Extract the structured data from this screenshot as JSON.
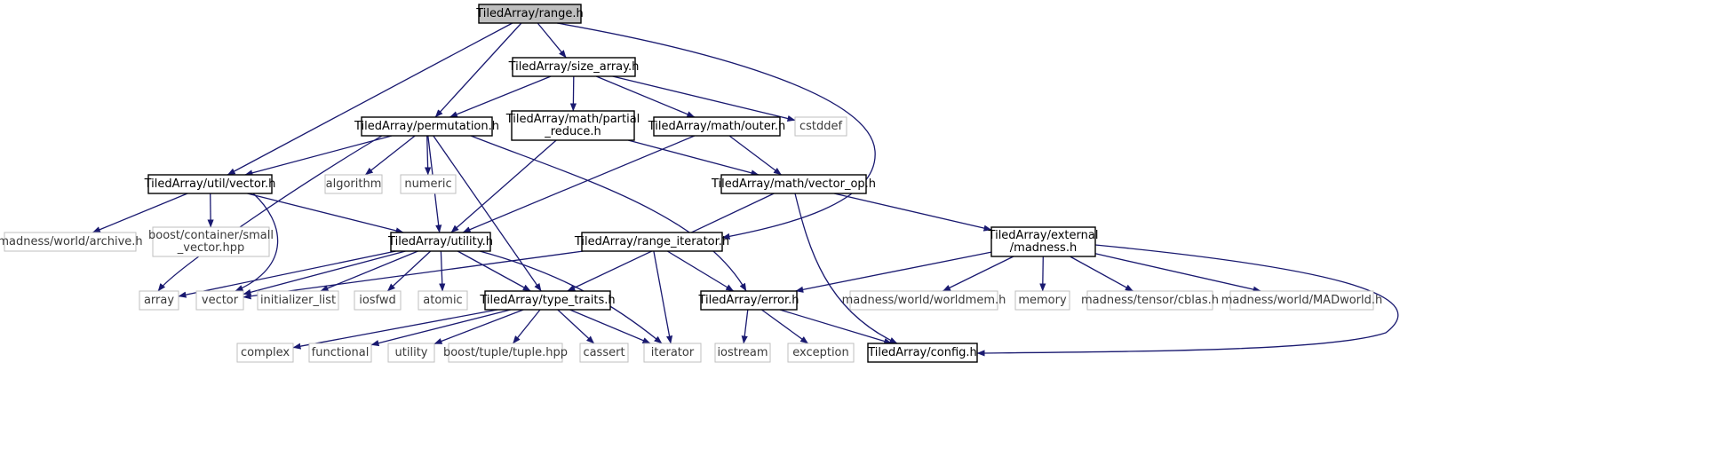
{
  "graph": {
    "type": "include-dependency-graph",
    "edge_color": "#191970",
    "root_fill": "#bfbfbf",
    "system_header_border": "#bfbfbf",
    "nodes": [
      {
        "id": "range",
        "label": [
          "TiledArray/range.h"
        ],
        "kind": "root"
      },
      {
        "id": "size_array",
        "label": [
          "TiledArray/size_array.h"
        ],
        "kind": "local"
      },
      {
        "id": "permutation",
        "label": [
          "TiledArray/permutation.h"
        ],
        "kind": "local"
      },
      {
        "id": "partial_reduce",
        "label": [
          "TiledArray/math/partial",
          "_reduce.h"
        ],
        "kind": "local"
      },
      {
        "id": "outer",
        "label": [
          "TiledArray/math/outer.h"
        ],
        "kind": "local"
      },
      {
        "id": "cstddef",
        "label": [
          "cstddef"
        ],
        "kind": "system"
      },
      {
        "id": "vector_h",
        "label": [
          "TiledArray/util/vector.h"
        ],
        "kind": "local"
      },
      {
        "id": "algorithm",
        "label": [
          "algorithm"
        ],
        "kind": "system"
      },
      {
        "id": "numeric",
        "label": [
          "numeric"
        ],
        "kind": "system"
      },
      {
        "id": "vector_op",
        "label": [
          "TiledArray/math/vector_op.h"
        ],
        "kind": "local"
      },
      {
        "id": "archive",
        "label": [
          "madness/world/archive.h"
        ],
        "kind": "system"
      },
      {
        "id": "small_vector",
        "label": [
          "boost/container/small",
          "_vector.hpp"
        ],
        "kind": "system"
      },
      {
        "id": "utility_h",
        "label": [
          "TiledArray/utility.h"
        ],
        "kind": "local"
      },
      {
        "id": "range_iterator",
        "label": [
          "TiledArray/range_iterator.h"
        ],
        "kind": "local"
      },
      {
        "id": "madness_ext",
        "label": [
          "TiledArray/external",
          "/madness.h"
        ],
        "kind": "local"
      },
      {
        "id": "array",
        "label": [
          "array"
        ],
        "kind": "system"
      },
      {
        "id": "vector",
        "label": [
          "vector"
        ],
        "kind": "system"
      },
      {
        "id": "initializer_list",
        "label": [
          "initializer_list"
        ],
        "kind": "system"
      },
      {
        "id": "iosfwd",
        "label": [
          "iosfwd"
        ],
        "kind": "system"
      },
      {
        "id": "atomic",
        "label": [
          "atomic"
        ],
        "kind": "system"
      },
      {
        "id": "type_traits",
        "label": [
          "TiledArray/type_traits.h"
        ],
        "kind": "local"
      },
      {
        "id": "error",
        "label": [
          "TiledArray/error.h"
        ],
        "kind": "local"
      },
      {
        "id": "worldmem",
        "label": [
          "madness/world/worldmem.h"
        ],
        "kind": "system"
      },
      {
        "id": "memory",
        "label": [
          "memory"
        ],
        "kind": "system"
      },
      {
        "id": "cblas",
        "label": [
          "madness/tensor/cblas.h"
        ],
        "kind": "system"
      },
      {
        "id": "madworld",
        "label": [
          "madness/world/MADworld.h"
        ],
        "kind": "system"
      },
      {
        "id": "complex",
        "label": [
          "complex"
        ],
        "kind": "system"
      },
      {
        "id": "functional",
        "label": [
          "functional"
        ],
        "kind": "system"
      },
      {
        "id": "utility",
        "label": [
          "utility"
        ],
        "kind": "system"
      },
      {
        "id": "tuple",
        "label": [
          "boost/tuple/tuple.hpp"
        ],
        "kind": "system"
      },
      {
        "id": "cassert",
        "label": [
          "cassert"
        ],
        "kind": "system"
      },
      {
        "id": "iterator",
        "label": [
          "iterator"
        ],
        "kind": "system"
      },
      {
        "id": "iostream",
        "label": [
          "iostream"
        ],
        "kind": "system"
      },
      {
        "id": "exception",
        "label": [
          "exception"
        ],
        "kind": "system"
      },
      {
        "id": "config",
        "label": [
          "TiledArray/config.h"
        ],
        "kind": "local"
      }
    ],
    "edges": [
      [
        "range",
        "size_array"
      ],
      [
        "range",
        "permutation"
      ],
      [
        "range",
        "vector_h"
      ],
      [
        "range",
        "range_iterator"
      ],
      [
        "size_array",
        "permutation"
      ],
      [
        "size_array",
        "partial_reduce"
      ],
      [
        "size_array",
        "outer"
      ],
      [
        "size_array",
        "cstddef"
      ],
      [
        "permutation",
        "vector_h"
      ],
      [
        "permutation",
        "algorithm"
      ],
      [
        "permutation",
        "numeric"
      ],
      [
        "permutation",
        "utility_h"
      ],
      [
        "permutation",
        "type_traits"
      ],
      [
        "permutation",
        "error"
      ],
      [
        "permutation",
        "array"
      ],
      [
        "partial_reduce",
        "utility_h"
      ],
      [
        "partial_reduce",
        "vector_op"
      ],
      [
        "outer",
        "utility_h"
      ],
      [
        "outer",
        "vector_op"
      ],
      [
        "vector_h",
        "archive"
      ],
      [
        "vector_h",
        "small_vector"
      ],
      [
        "vector_h",
        "utility_h"
      ],
      [
        "vector_h",
        "vector"
      ],
      [
        "vector_op",
        "type_traits"
      ],
      [
        "vector_op",
        "madness_ext"
      ],
      [
        "vector_op",
        "config"
      ],
      [
        "utility_h",
        "array"
      ],
      [
        "utility_h",
        "vector"
      ],
      [
        "utility_h",
        "initializer_list"
      ],
      [
        "utility_h",
        "iosfwd"
      ],
      [
        "utility_h",
        "atomic"
      ],
      [
        "utility_h",
        "type_traits"
      ],
      [
        "utility_h",
        "iterator"
      ],
      [
        "range_iterator",
        "vector"
      ],
      [
        "range_iterator",
        "error"
      ],
      [
        "range_iterator",
        "iterator"
      ],
      [
        "madness_ext",
        "error"
      ],
      [
        "madness_ext",
        "worldmem"
      ],
      [
        "madness_ext",
        "memory"
      ],
      [
        "madness_ext",
        "cblas"
      ],
      [
        "madness_ext",
        "madworld"
      ],
      [
        "madness_ext",
        "config"
      ],
      [
        "type_traits",
        "complex"
      ],
      [
        "type_traits",
        "functional"
      ],
      [
        "type_traits",
        "utility"
      ],
      [
        "type_traits",
        "tuple"
      ],
      [
        "type_traits",
        "cassert"
      ],
      [
        "type_traits",
        "iterator"
      ],
      [
        "error",
        "iostream"
      ],
      [
        "error",
        "exception"
      ],
      [
        "error",
        "config"
      ]
    ]
  }
}
